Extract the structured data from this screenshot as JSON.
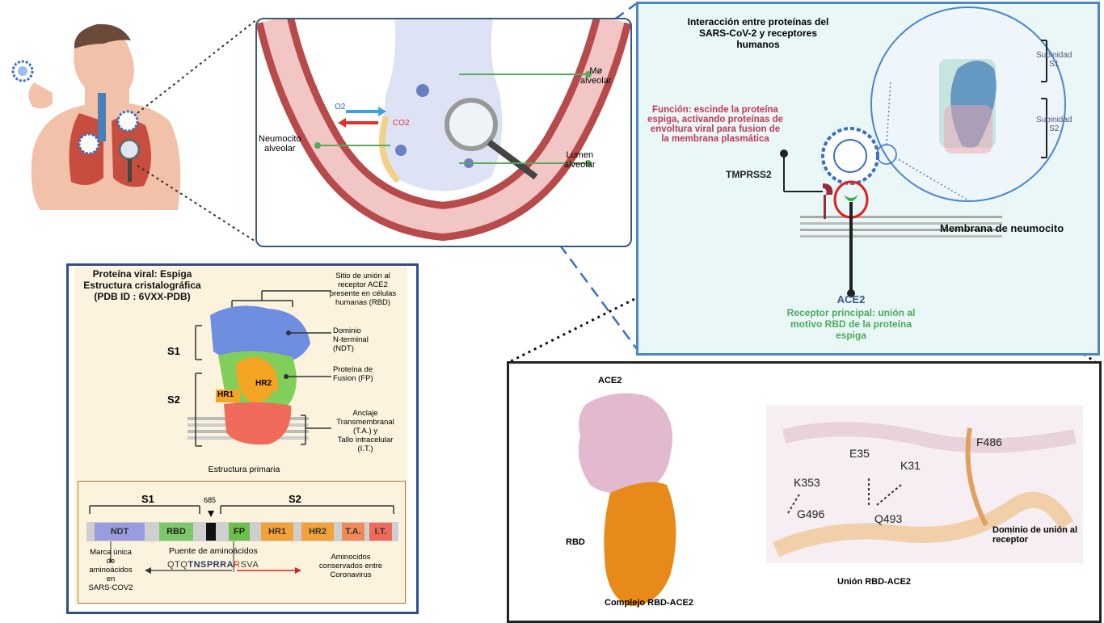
{
  "alveolus": {
    "mo_alveolar": "Mø\nalveolar",
    "neumocito_alveolar": "Neumocito\nalveolar",
    "lumen_alveolar": "Lumen\nalveolar",
    "o2": "O2",
    "co2": "CO2"
  },
  "interaction": {
    "title": "Interacción entre proteínas del\nSARS-CoV-2 y receptores\nhumanos",
    "funcion": "Función: escinde la proteína\nespiga, activando proteínas de\nenvoltura viral para fusion de\nla membrana plasmática",
    "tmprss2": "TMPRSS2",
    "subunidad_s1": "Subinidad\nS1",
    "subunidad_s2": "Subinidad\nS2",
    "membrana": "Membrana de neumocito",
    "ace2": "ACE2",
    "receptor": "Receptor principal: unión al\nmotivo RBD de la proteína\nespiga"
  },
  "spike": {
    "title": "Proteína viral: Espiga\nEstructura cristalográfica\n(PDB ID : 6VXX-PDB)",
    "sitio": "Sitio de unión al\nreceptor ACE2\npresente en células\nhumanas (RBD)",
    "dominio": "Dominio\nN-terminal\n(NDT)",
    "proteina_fusion": "Proteína de\nFusion (FP)",
    "anclaje": "Anclaje\nTransmembranal\n(T.A.) y\nTallo intracelular\n(I.T.)",
    "s1": "S1",
    "s2": "S2",
    "hr1": "HR1",
    "hr2": "HR2",
    "estructura_primaria": "Estructura primaria",
    "bar_s1": "S1",
    "bar_s2": "S2",
    "marker": "685",
    "segments": [
      "NDT",
      "RBD",
      "FP",
      "HR1",
      "HR2",
      "T.A.",
      "I.T."
    ],
    "marca": "Marca única\nde\naminoácidos\nen\nSARS-COV2",
    "puente": "Puente de aminoácidos",
    "seq_pre": "QTQ",
    "seq_bold": "TNSPRRA",
    "seq_r": "R",
    "seq_post": "SVA",
    "conservados": "Aminocidos\nconservados entre\nCoronavirus"
  },
  "rbd": {
    "ace2": "ACE2",
    "rbd": "RBD",
    "complejo": "Complejo RBD-ACE2",
    "union": "Unión RBD-ACE2",
    "dominio": "Dominio de unión al\nreceptor",
    "residues": [
      "E35",
      "K31",
      "F486",
      "K353",
      "G496",
      "Q493"
    ]
  },
  "colors": {
    "ndt": "#9b9be0",
    "rbd": "#7bc96a",
    "fp": "#6cc04a",
    "hr1": "#f3a23a",
    "hr2": "#f3a23a",
    "ta": "#f08a5a",
    "it": "#ef6a5a",
    "funcion": "#c0395a",
    "receptor": "#4caa5a"
  }
}
